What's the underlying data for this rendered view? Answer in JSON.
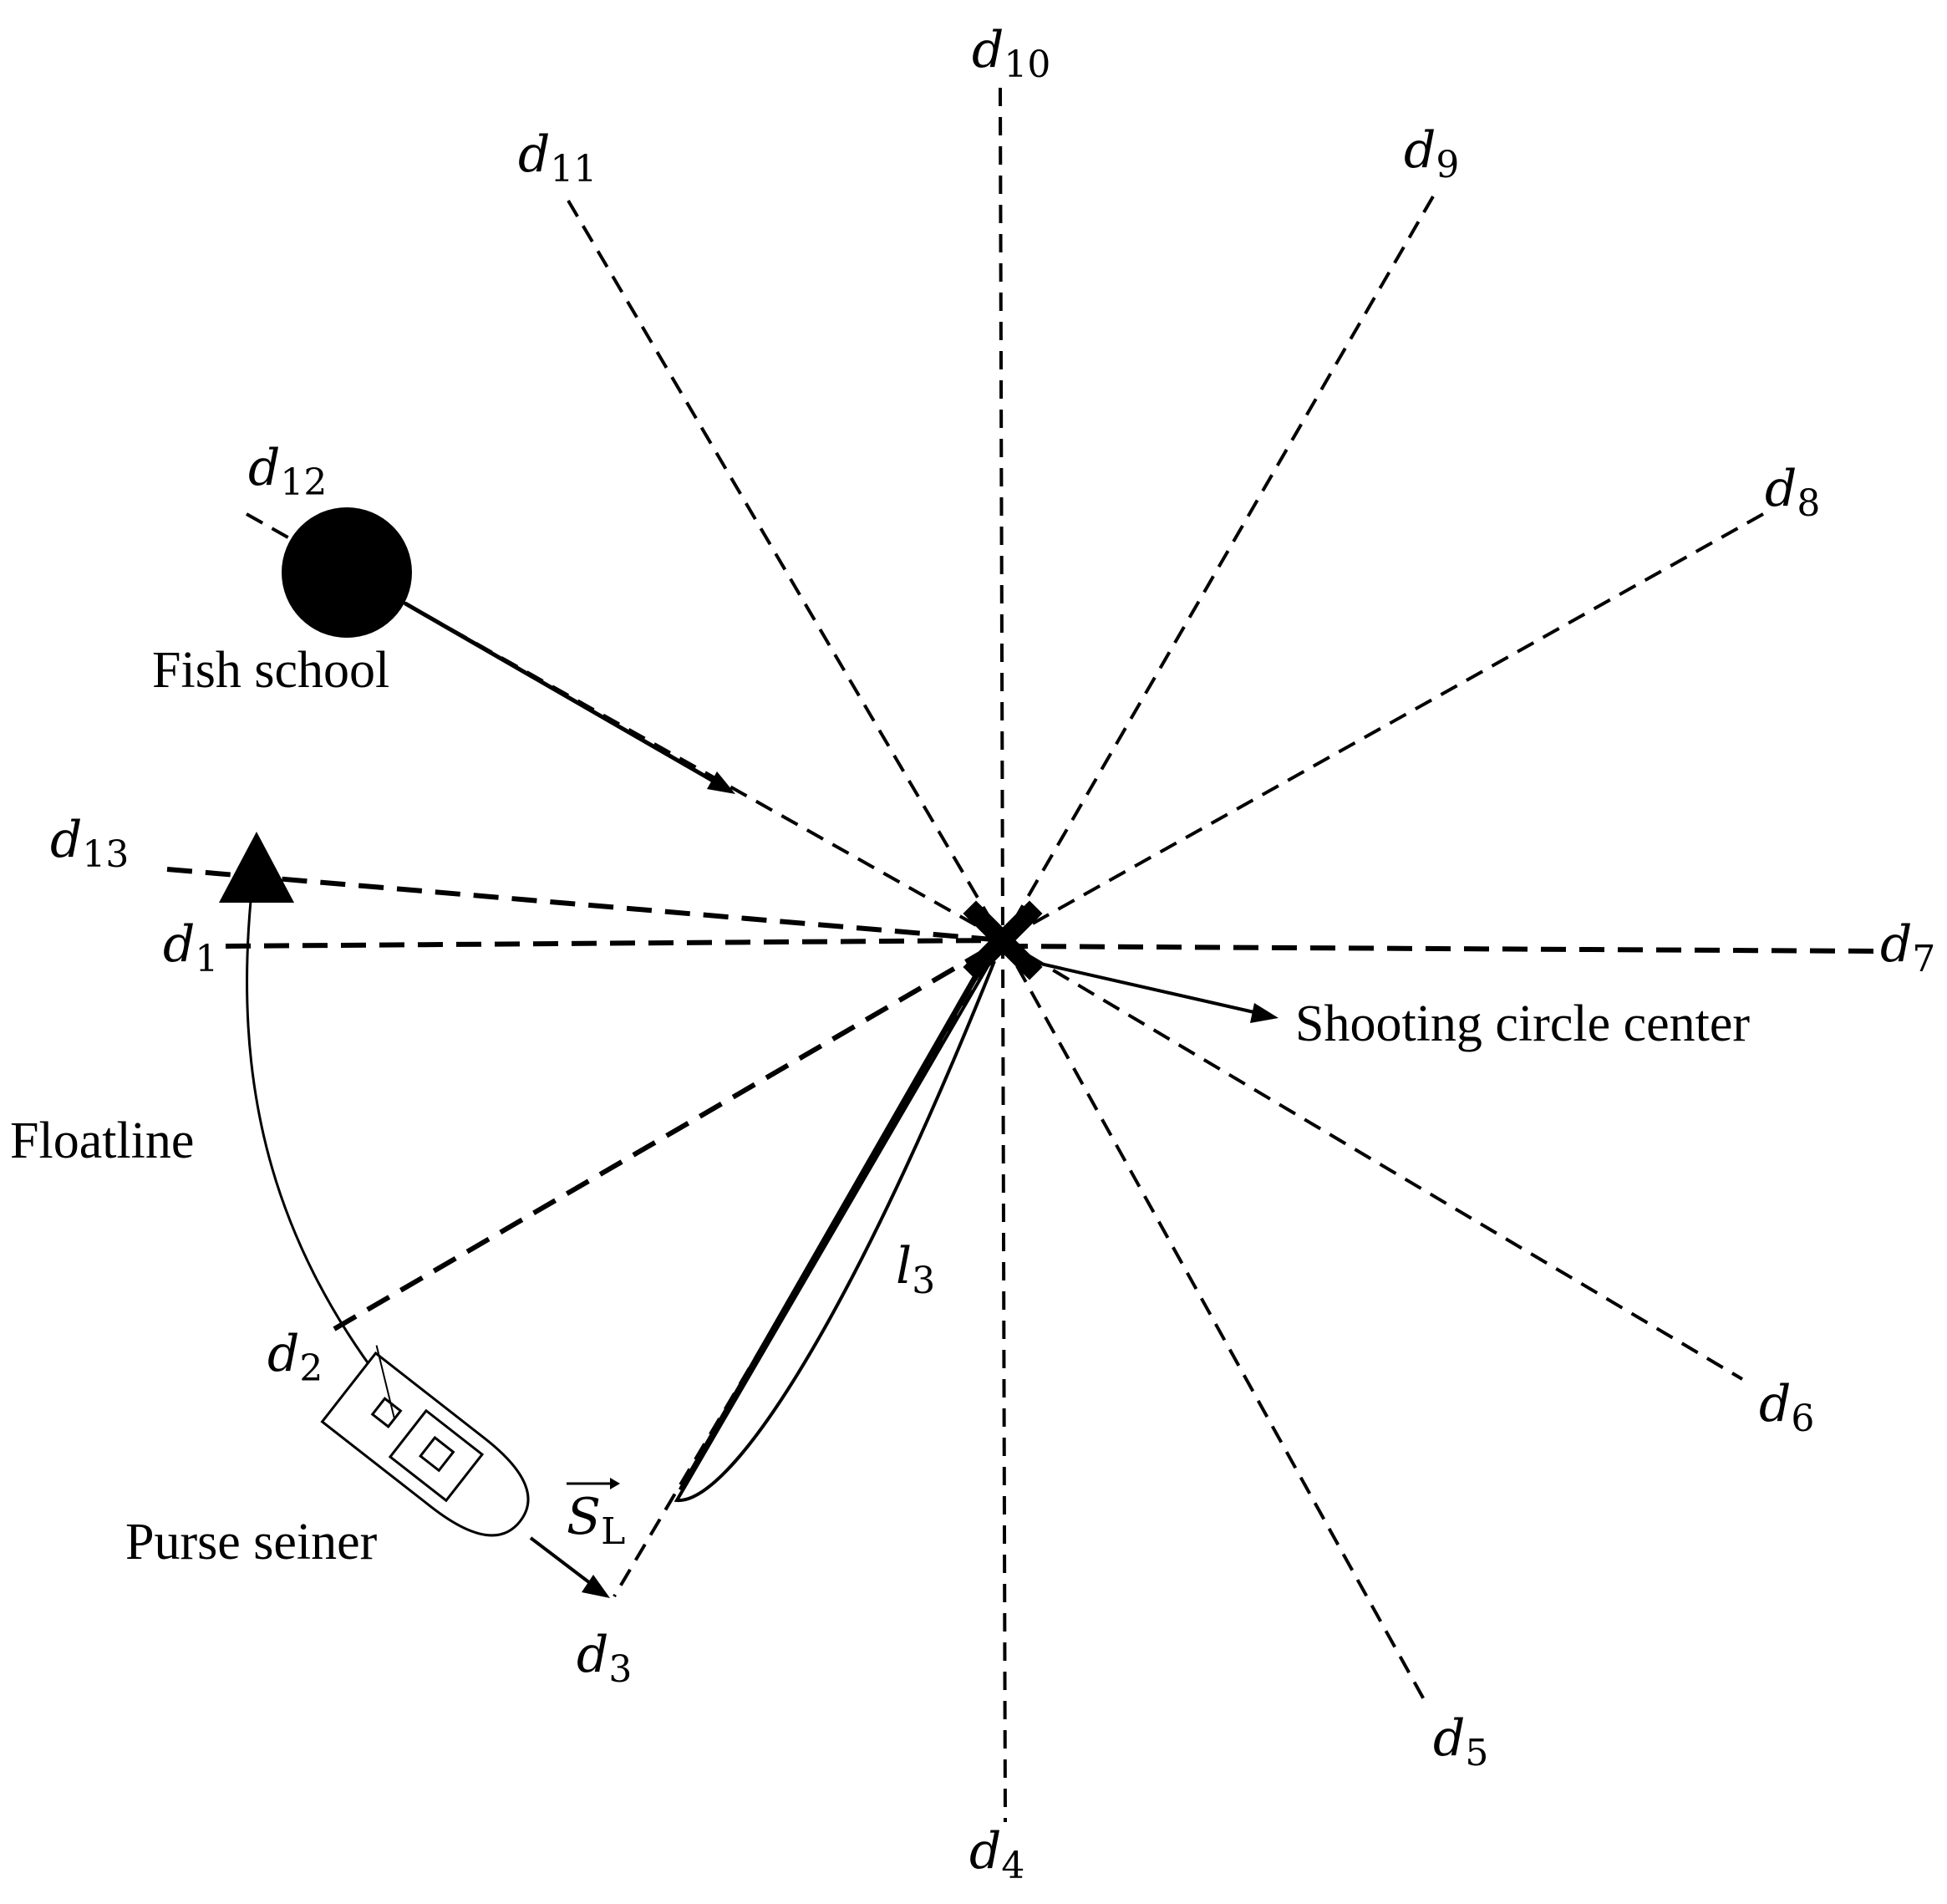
{
  "directions": [
    {
      "id": "d1",
      "base": "d",
      "sub": "1"
    },
    {
      "id": "d2",
      "base": "d",
      "sub": "2"
    },
    {
      "id": "d3",
      "base": "d",
      "sub": "3"
    },
    {
      "id": "d4",
      "base": "d",
      "sub": "4"
    },
    {
      "id": "d5",
      "base": "d",
      "sub": "5"
    },
    {
      "id": "d6",
      "base": "d",
      "sub": "6"
    },
    {
      "id": "d7",
      "base": "d",
      "sub": "7"
    },
    {
      "id": "d8",
      "base": "d",
      "sub": "8"
    },
    {
      "id": "d9",
      "base": "d",
      "sub": "9"
    },
    {
      "id": "d10",
      "base": "d",
      "sub": "10"
    },
    {
      "id": "d11",
      "base": "d",
      "sub": "11"
    },
    {
      "id": "d12",
      "base": "d",
      "sub": "12"
    },
    {
      "id": "d13",
      "base": "d",
      "sub": "13"
    }
  ],
  "labels": {
    "fish_school": "Fish school",
    "floatline": "Floatline",
    "purse_seiner": "Purse seiner",
    "shooting_circle_center": "Shooting circle center",
    "l3_base": "l",
    "l3_sub": "3",
    "sl_base": "S",
    "sl_sub": "L"
  }
}
